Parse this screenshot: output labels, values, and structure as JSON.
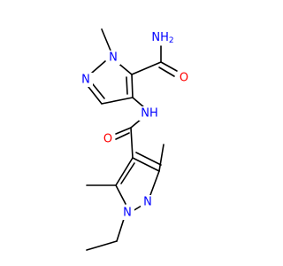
{
  "molecule": {
    "colors": {
      "carbon_bond": "#000000",
      "nitrogen": "#0000ff",
      "oxygen": "#ff0000"
    },
    "atoms": {
      "nh2": {
        "text": "NH",
        "sub": "2",
        "element": "N"
      },
      "o_top": {
        "text": "O",
        "element": "O"
      },
      "n1_top": {
        "text": "N",
        "element": "N"
      },
      "n2_top": {
        "text": "N",
        "element": "N"
      },
      "nh_amide": {
        "text": "NH",
        "element": "N"
      },
      "o_bottom": {
        "text": "O",
        "element": "O"
      },
      "n2_bottom": {
        "text": "N",
        "element": "N"
      },
      "n1_bottom": {
        "text": "N",
        "element": "N"
      }
    }
  }
}
